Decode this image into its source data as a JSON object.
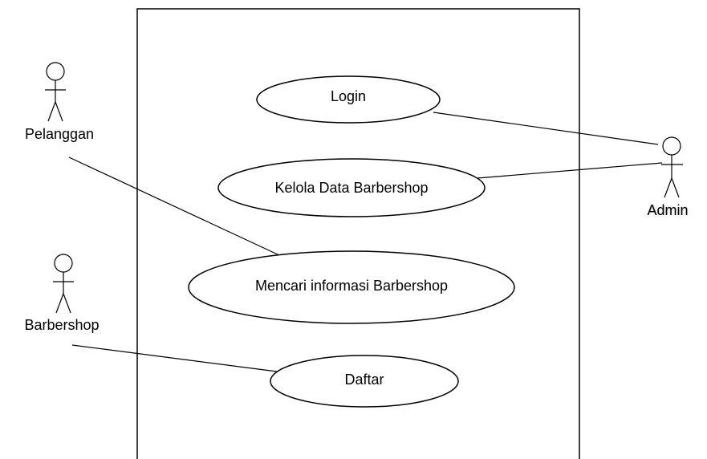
{
  "system_boundary": {
    "label": ""
  },
  "actors": {
    "pelanggan": {
      "name": "Pelanggan"
    },
    "barbershop": {
      "name": "Barbershop"
    },
    "admin": {
      "name": "Admin"
    }
  },
  "use_cases": {
    "login": {
      "name": "Login"
    },
    "kelola": {
      "name": "Kelola Data Barbershop"
    },
    "mencari": {
      "name": "Mencari informasi Barbershop"
    },
    "daftar": {
      "name": "Daftar"
    }
  }
}
